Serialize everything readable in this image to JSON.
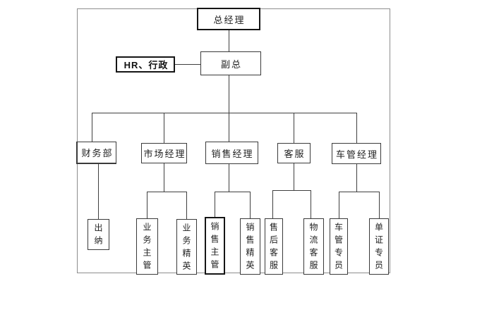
{
  "diagram": {
    "type": "org-chart",
    "nodes": {
      "general_manager": "总经理",
      "deputy_general_manager": "副总",
      "hr_admin": "HR、行政",
      "finance_dept": "财务部",
      "marketing_manager": "市场经理",
      "sales_manager": "销售经理",
      "customer_service": "客服",
      "fleet_manager": "车管经理",
      "cashier": "出纳",
      "business_supervisor": "业务主管",
      "business_elite": "业务精英",
      "sales_supervisor": "销售主管",
      "sales_elite": "销售精英",
      "aftersales_service": "售后客服",
      "logistics_service": "物流客服",
      "fleet_specialist": "车管专员",
      "documentation_specialist": "单证专员"
    },
    "edges": [
      {
        "from": "general_manager",
        "to": "deputy_general_manager"
      },
      {
        "from": "deputy_general_manager",
        "to": "hr_admin",
        "style": "lateral"
      },
      {
        "from": "deputy_general_manager",
        "to": "finance_dept"
      },
      {
        "from": "deputy_general_manager",
        "to": "marketing_manager"
      },
      {
        "from": "deputy_general_manager",
        "to": "sales_manager"
      },
      {
        "from": "deputy_general_manager",
        "to": "customer_service"
      },
      {
        "from": "deputy_general_manager",
        "to": "fleet_manager"
      },
      {
        "from": "finance_dept",
        "to": "cashier"
      },
      {
        "from": "marketing_manager",
        "to": "business_supervisor"
      },
      {
        "from": "marketing_manager",
        "to": "business_elite"
      },
      {
        "from": "sales_manager",
        "to": "sales_supervisor"
      },
      {
        "from": "sales_manager",
        "to": "sales_elite"
      },
      {
        "from": "customer_service",
        "to": "aftersales_service"
      },
      {
        "from": "customer_service",
        "to": "logistics_service"
      },
      {
        "from": "fleet_manager",
        "to": "fleet_specialist"
      },
      {
        "from": "fleet_manager",
        "to": "documentation_specialist"
      }
    ],
    "colors": {
      "line": "#3f3f3f",
      "box_border": "#3a3a3a",
      "bold_border": "#151515",
      "outer_border": "#8d8d8d",
      "text": "#222222",
      "background": "#ffffff"
    }
  }
}
